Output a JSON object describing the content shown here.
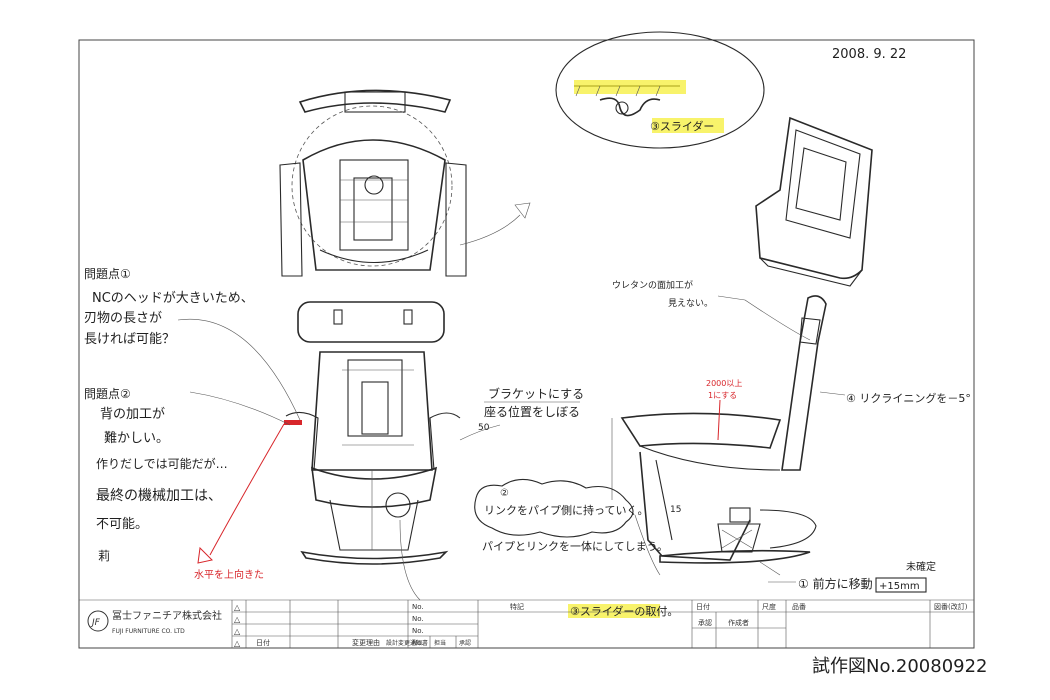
{
  "drawing": {
    "date": "2008. 9. 22",
    "drawing_number": "試作図No.20080922"
  },
  "annotations": {
    "issue1": {
      "title": "問題点①",
      "lines": [
        "NCのヘッドが大きいため、",
        "刃物の長さが",
        "長ければ可能？"
      ]
    },
    "issue2": {
      "title": "問題点②",
      "lines": [
        "背の加工が",
        "難かしい。",
        "作りだしでは可能だが…",
        "最終の機械加工は、",
        "不可能。"
      ]
    },
    "issue2_mark": "莉",
    "red_note": "水平を上向きた",
    "slider_note": "③スライダー",
    "bracket_note": [
      "ブラケットにする",
      "座る位置をしぼる"
    ],
    "dim_50": "50",
    "link_note": [
      "②",
      "リンクをパイプ側に持っていく。",
      "パイプとリンクを一体にしてしまう。"
    ],
    "urethane_note": [
      "ウレタンの面加工が",
      "見えない。"
    ],
    "recline_note": "④ リクライニングを－5°",
    "red_side_note": [
      "2000以上",
      "1にする"
    ],
    "dim_15": "15",
    "move_note": "① 前方に移動",
    "move_value": "+15mm",
    "undecided": "未確定",
    "slider_install": "③スライダーの取付。"
  },
  "title_block": {
    "company_jp": "冨士ファニチア株式会社",
    "company_en": "FUJI FURNITURE CO. LTD",
    "logo_letters": "JF",
    "rev_marks": [
      "△",
      "△",
      "△",
      "△"
    ],
    "col_date": "日付",
    "col_reason": "変更理由",
    "col_design": "設計変更通知書",
    "col_charge": "担当",
    "col_approve": "承認",
    "no_labels": [
      "No.",
      "No.",
      "No.",
      "No."
    ],
    "special": "特記",
    "date": "日付",
    "approve": "承認",
    "drafter": "作成者",
    "scale": "尺度",
    "part_name": "品番",
    "drawing_rev": "図番(改訂)"
  },
  "colors": {
    "highlight": "#f6ef3a",
    "red_pen": "#d8262b",
    "pencil": "#2a2a2a"
  }
}
